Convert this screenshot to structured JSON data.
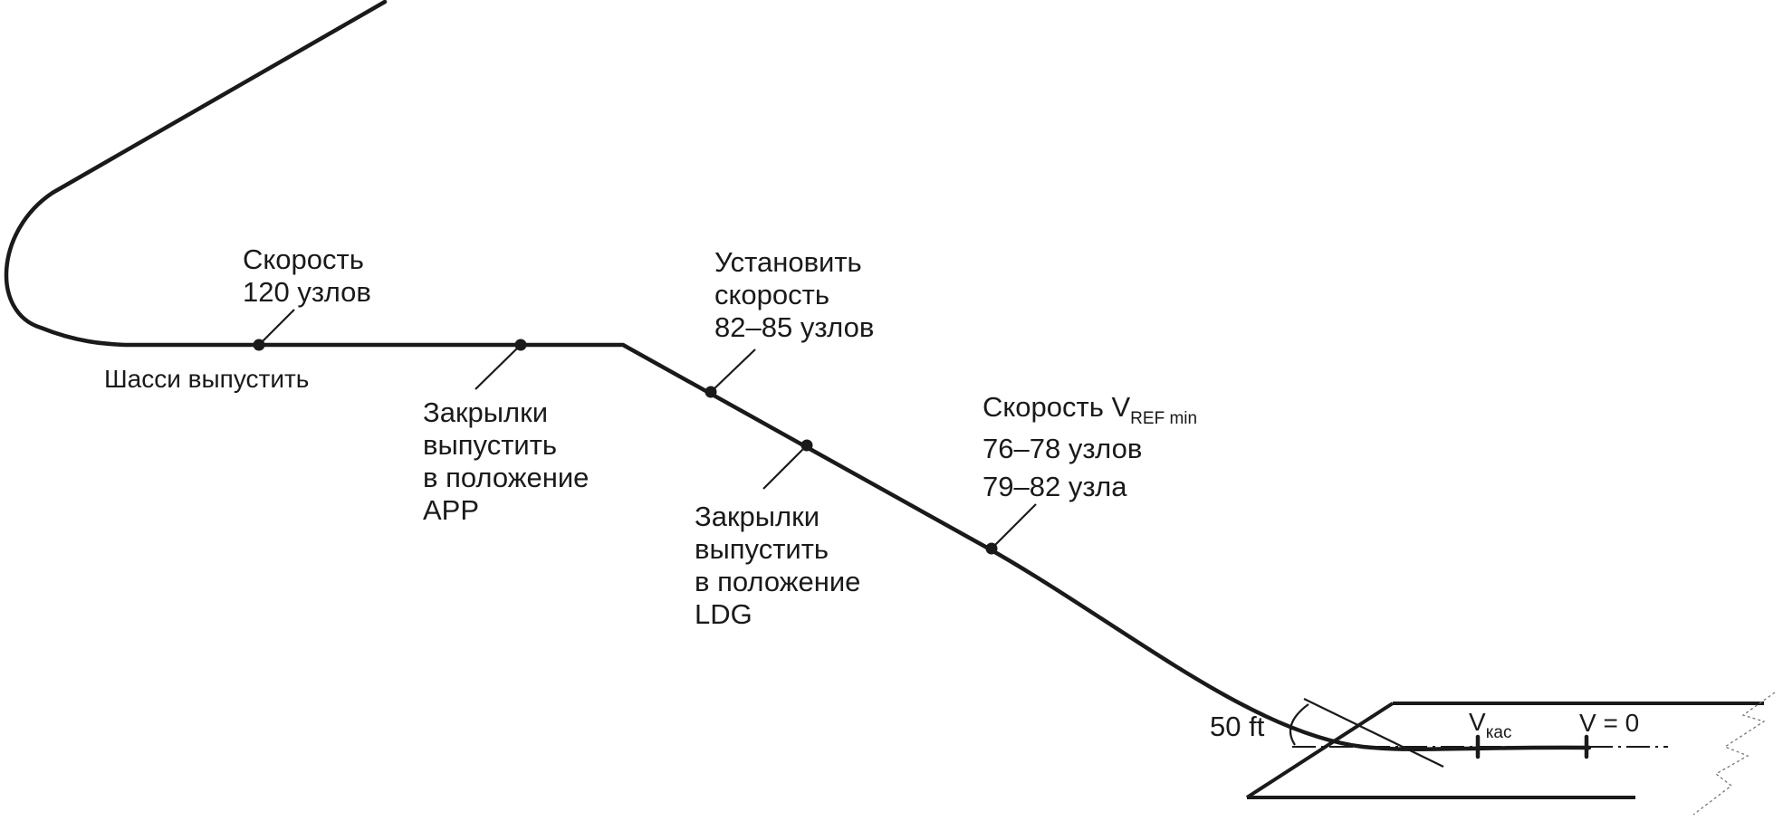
{
  "labels": {
    "gear_down": "Шасси выпустить",
    "speed120": {
      "line1": "Скорость",
      "line2": "120 узлов"
    },
    "flaps_app": {
      "line1": "Закрылки",
      "line2": "выпустить",
      "line3": "в положение",
      "line4": "APP"
    },
    "set_speed": {
      "line1": "Установить",
      "line2": "скорость",
      "line3": "82–85 узлов"
    },
    "flaps_ldg": {
      "line1": "Закрылки",
      "line2": "выпустить",
      "line3": "в положение",
      "line4": "LDG"
    },
    "vref": {
      "prefix": "Скорость V",
      "subscript": "REF min",
      "line2": "76–78 узлов",
      "line3": "79–82 узла"
    },
    "height": "50 ft",
    "touchdown": {
      "prefix": "V",
      "subscript": "кас"
    },
    "stop": "V = 0"
  }
}
